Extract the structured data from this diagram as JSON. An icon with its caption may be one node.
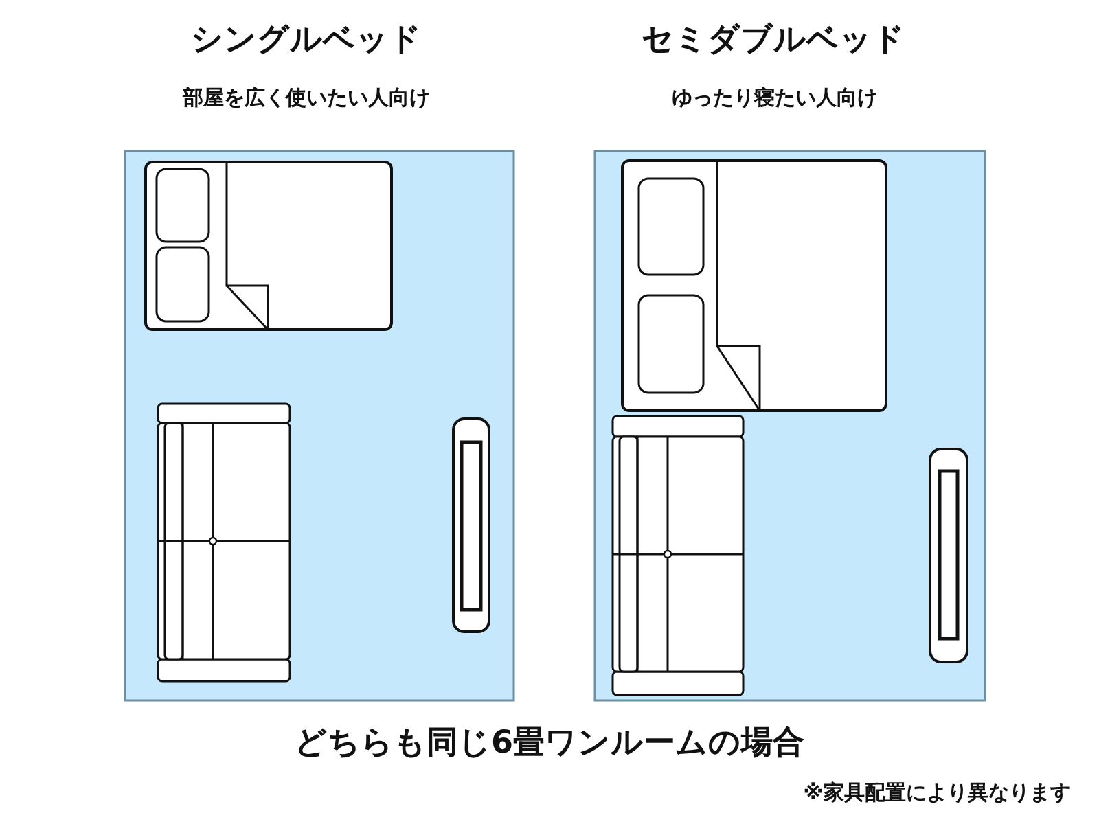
{
  "diagram": {
    "caption": "どちらも同じ6畳ワンルームの場合",
    "labels": [
      "シングルベッド",
      "部屋を広く使いたい人向け",
      "セミダブルベッド",
      "ゆったり寝たい人向け",
      "※家具配置により異なります"
    ]
  }
}
